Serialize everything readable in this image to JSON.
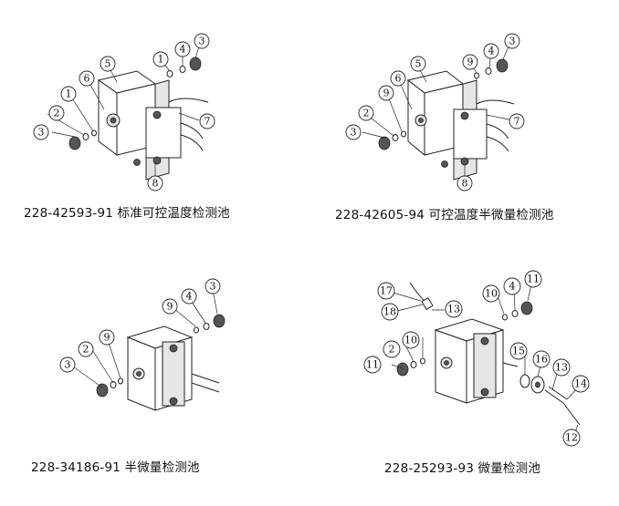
{
  "panels": [
    {
      "caption": "228-42593-91 标准可控温度检测池",
      "callouts": [
        "1",
        "1",
        "2",
        "3",
        "3",
        "4",
        "5",
        "6",
        "7",
        "8"
      ]
    },
    {
      "caption": "228-42605-94 可控温度半微量检测池",
      "callouts": [
        "9",
        "9",
        "2",
        "3",
        "3",
        "4",
        "5",
        "6",
        "7",
        "8"
      ]
    },
    {
      "caption": "228-34186-91 半微量检测池",
      "callouts": [
        "3",
        "2",
        "9",
        "9",
        "4",
        "3"
      ]
    },
    {
      "caption": "228-25293-93 微量检测池",
      "callouts": [
        "17",
        "18",
        "13",
        "10",
        "4",
        "11",
        "11",
        "2",
        "10",
        "15",
        "16",
        "13",
        "14",
        "12"
      ]
    }
  ]
}
